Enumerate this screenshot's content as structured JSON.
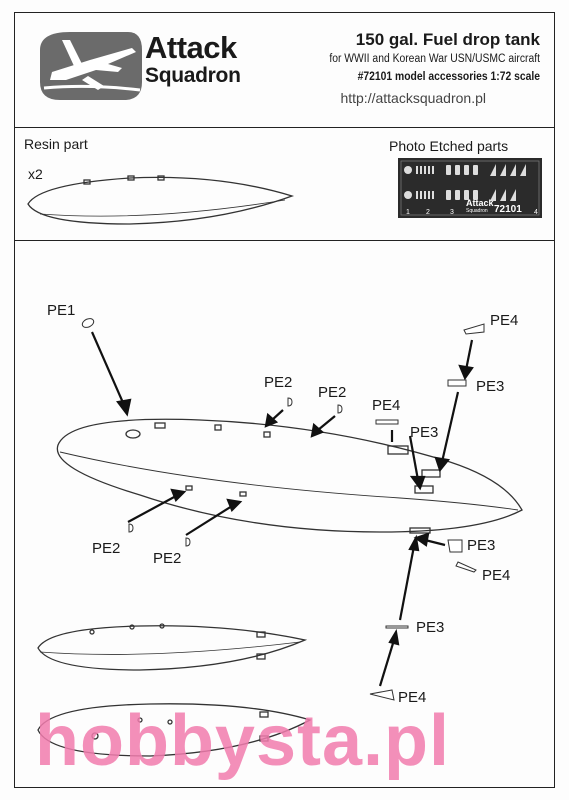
{
  "brand": {
    "line1": "Attack",
    "line2": "Squadron",
    "logo_icon": "aircraft-silhouette-icon"
  },
  "product": {
    "title": "150 gal. Fuel drop tank",
    "subtitle": "for WWII and Korean War USN/USMC aircraft",
    "code_line": "#72101 model accessories 1:72 scale",
    "url": "http://attacksquadron.pl"
  },
  "resin_section": {
    "label": "Resin part",
    "quantity": "x2"
  },
  "pe_section": {
    "label": "Photo Etched parts",
    "fret_numbers": [
      "1",
      "2",
      "3",
      "4"
    ],
    "fret_brand": "Attack",
    "fret_brand2": "Squadron",
    "fret_code": "72101"
  },
  "callouts": {
    "pe1": "PE1",
    "pe2": "PE2",
    "pe3": "PE3",
    "pe4": "PE4"
  },
  "watermark": "hobbysta.pl"
}
